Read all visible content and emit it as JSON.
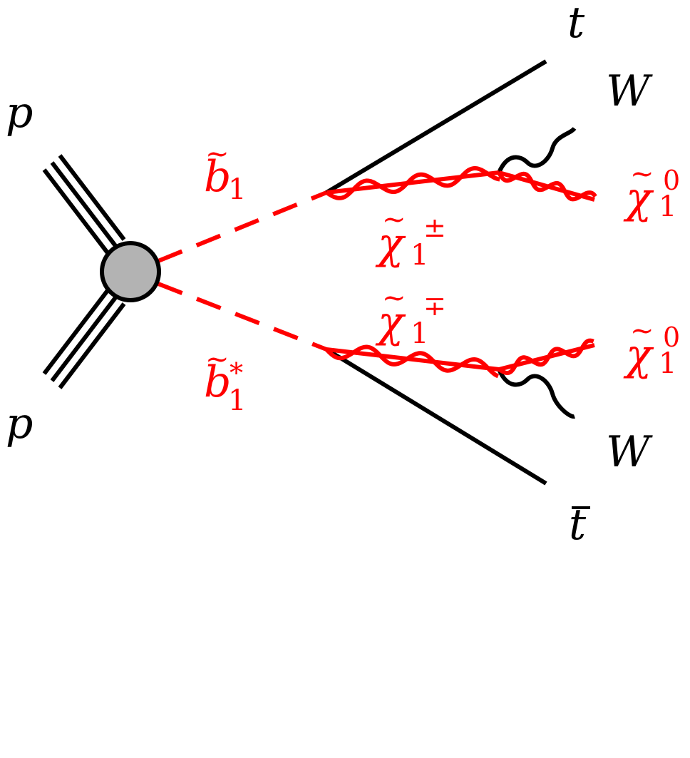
{
  "colors": {
    "sm_lines": "#000000",
    "susy_lines": "#ff0000",
    "blob_fill": "#b3b3b3",
    "background": "#ffffff"
  },
  "labels": {
    "proton_top": "p",
    "proton_bottom": "p",
    "sbottom": {
      "symbol": "b",
      "sub": "1"
    },
    "anti_sbottom": {
      "symbol": "b",
      "sub": "1",
      "sup": "*"
    },
    "chargino_top": {
      "symbol": "χ",
      "sub": "1",
      "sup": "±"
    },
    "chargino_bottom": {
      "symbol": "χ",
      "sub": "1",
      "sup": "∓"
    },
    "neutralino_top": {
      "symbol": "χ",
      "sub": "1",
      "sup": "0"
    },
    "neutralino_bottom": {
      "symbol": "χ",
      "sub": "1",
      "sup": "0"
    },
    "top_quark": "t",
    "anti_top_quark": "t",
    "w_top": "W",
    "w_bottom": "W"
  }
}
